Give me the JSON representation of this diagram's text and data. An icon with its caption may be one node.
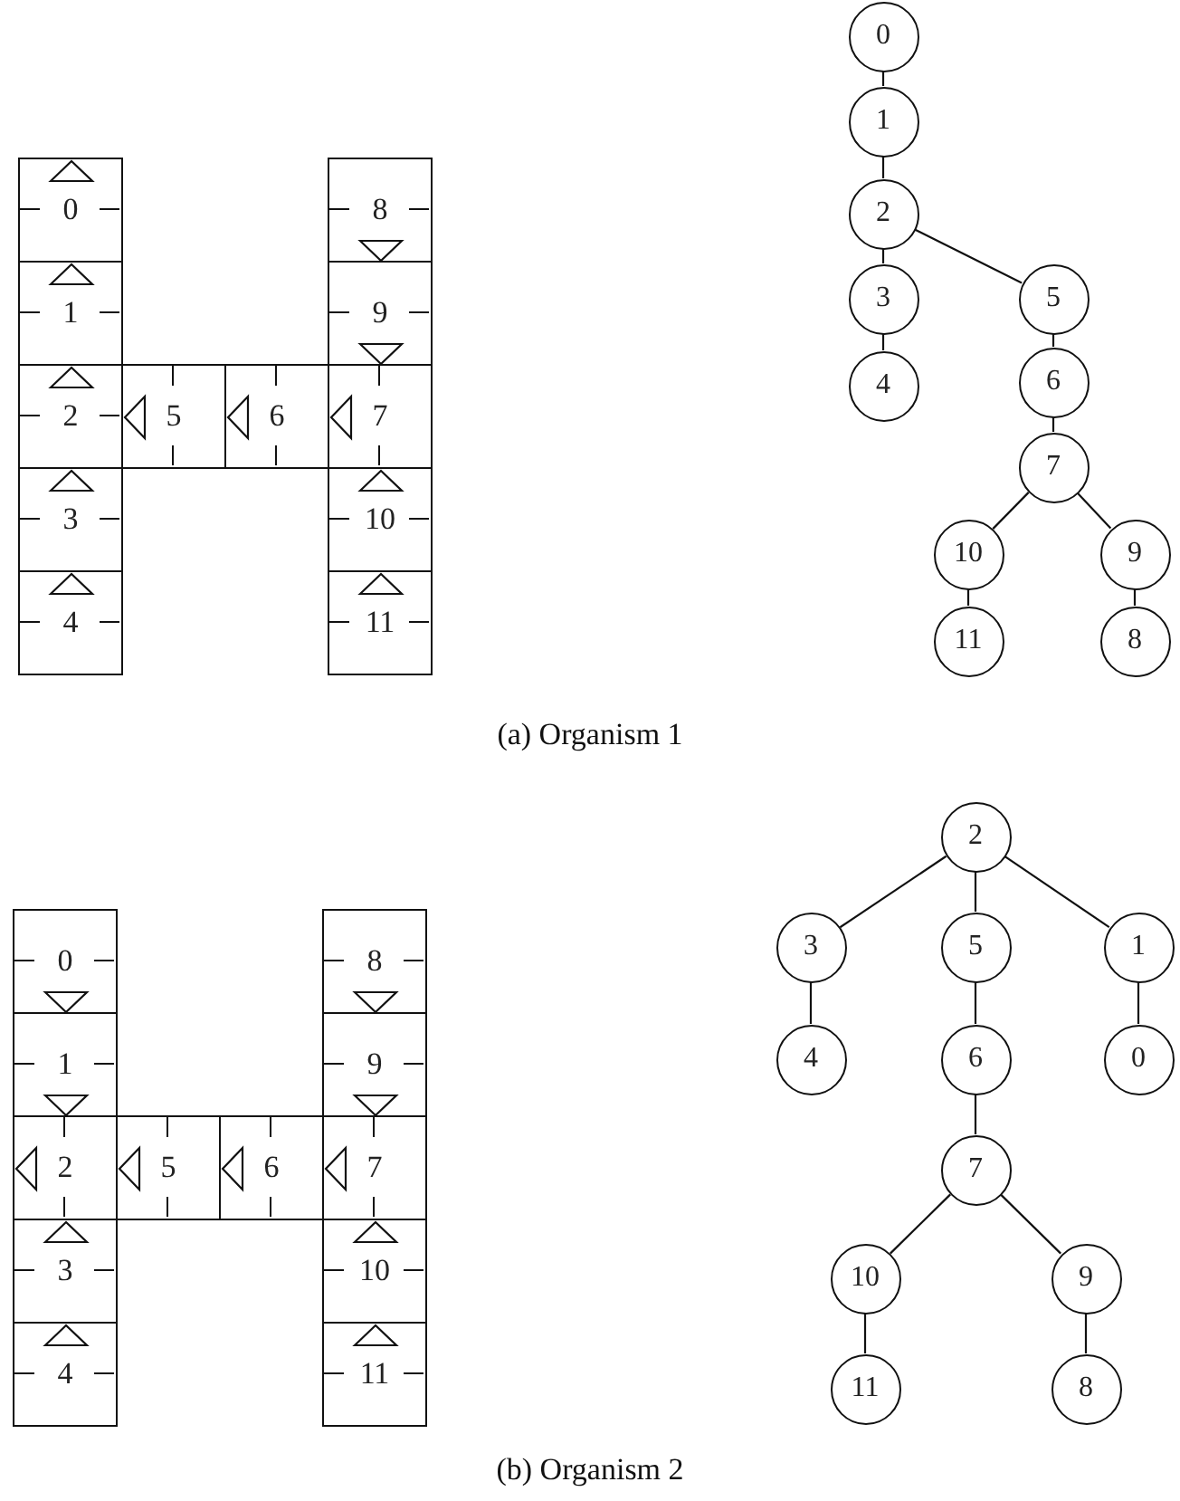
{
  "diagram": {
    "nodes": [
      {
        "text": [
          "0"
        ]
      },
      {
        "text": [
          "1"
        ]
      },
      {
        "text": [
          "2"
        ]
      },
      {
        "text": [
          "3"
        ]
      },
      {
        "text": [
          "4"
        ]
      },
      {
        "text": [
          "5"
        ]
      },
      {
        "text": [
          "6"
        ]
      },
      {
        "text": [
          "7"
        ]
      },
      {
        "text": [
          "8"
        ]
      },
      {
        "text": [
          "9"
        ]
      },
      {
        "text": [
          "10"
        ]
      },
      {
        "text": [
          "11"
        ]
      },
      {
        "text": [
          "0"
        ]
      },
      {
        "text": [
          "1"
        ]
      },
      {
        "text": [
          "2"
        ]
      },
      {
        "text": [
          "3"
        ]
      },
      {
        "text": [
          "4"
        ]
      },
      {
        "text": [
          "5"
        ]
      },
      {
        "text": [
          "6"
        ]
      },
      {
        "text": [
          "7"
        ]
      },
      {
        "text": [
          "10"
        ]
      },
      {
        "text": [
          "9"
        ]
      },
      {
        "text": [
          "11"
        ]
      },
      {
        "text": [
          "8"
        ]
      },
      {
        "text": [
          "0"
        ]
      },
      {
        "text": [
          "1"
        ]
      },
      {
        "text": [
          "2"
        ]
      },
      {
        "text": [
          "3"
        ]
      },
      {
        "text": [
          "4"
        ]
      },
      {
        "text": [
          "5"
        ]
      },
      {
        "text": [
          "6"
        ]
      },
      {
        "text": [
          "7"
        ]
      },
      {
        "text": [
          "8"
        ]
      },
      {
        "text": [
          "9"
        ]
      },
      {
        "text": [
          "10"
        ]
      },
      {
        "text": [
          "11"
        ]
      },
      {
        "text": [
          "2"
        ]
      },
      {
        "text": [
          "3"
        ]
      },
      {
        "text": [
          "5"
        ]
      },
      {
        "text": [
          "1"
        ]
      },
      {
        "text": [
          "4"
        ]
      },
      {
        "text": [
          "6"
        ]
      },
      {
        "text": [
          "0"
        ]
      },
      {
        "text": [
          "7"
        ]
      },
      {
        "text": [
          "10"
        ]
      },
      {
        "text": [
          "9"
        ]
      },
      {
        "text": [
          "11"
        ]
      },
      {
        "text": [
          "8"
        ]
      }
    ],
    "edges": [
      {
        "from": 12,
        "to": 13,
        "arrow": "none"
      },
      {
        "from": 13,
        "to": 14,
        "arrow": "none"
      },
      {
        "from": 14,
        "to": 15,
        "arrow": "none"
      },
      {
        "from": 15,
        "to": 16,
        "arrow": "none"
      },
      {
        "from": 14,
        "to": 17,
        "arrow": "none"
      },
      {
        "from": 17,
        "to": 18,
        "arrow": "none"
      },
      {
        "from": 18,
        "to": 19,
        "arrow": "none"
      },
      {
        "from": 19,
        "to": 20,
        "arrow": "none"
      },
      {
        "from": 19,
        "to": 21,
        "arrow": "none"
      },
      {
        "from": 20,
        "to": 22,
        "arrow": "none"
      },
      {
        "from": 21,
        "to": 23,
        "arrow": "none"
      },
      {
        "from": 36,
        "to": 37,
        "arrow": "none"
      },
      {
        "from": 36,
        "to": 38,
        "arrow": "none"
      },
      {
        "from": 36,
        "to": 39,
        "arrow": "none"
      },
      {
        "from": 37,
        "to": 40,
        "arrow": "none"
      },
      {
        "from": 38,
        "to": 41,
        "arrow": "none"
      },
      {
        "from": 39,
        "to": 42,
        "arrow": "none"
      },
      {
        "from": 41,
        "to": 43,
        "arrow": "none"
      },
      {
        "from": 43,
        "to": 44,
        "arrow": "none"
      },
      {
        "from": 43,
        "to": 45,
        "arrow": "none"
      },
      {
        "from": 44,
        "to": 46,
        "arrow": "none"
      },
      {
        "from": 45,
        "to": 47,
        "arrow": "none"
      }
    ],
    "labels": [
      "(a) Organism 1",
      "(b) Organism 2"
    ]
  }
}
